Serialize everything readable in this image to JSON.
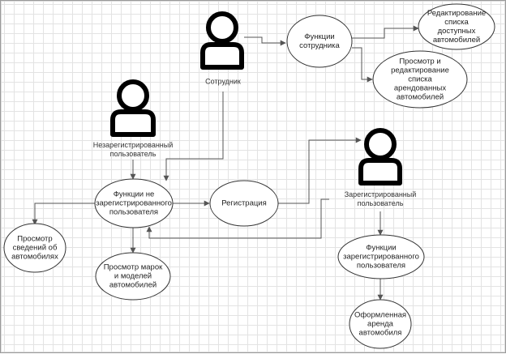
{
  "diagram": {
    "actors": {
      "employee": "Сотрудник",
      "unregistered": "Незарегистрированный\nпользователь",
      "registered": "Зарегистрированный\nпользователь"
    },
    "use_cases": {
      "employee_functions": "Функции\nсотрудника",
      "edit_available": "Редактирование\nсписка доступных\nавтомобилей",
      "view_edit_rented": "Просмотр и\nредактирование\nсписка\nарендованных\nавтомобилей",
      "unregistered_functions": "Функции не\nзарегистрированного\nпользователя",
      "registration": "Регистрация",
      "view_car_info": "Просмотр\nсведений об\nавтомобилях",
      "view_brands": "Просмотр марок\nи моделей\nавтомобилей",
      "registered_functions": "Функции\nзарегистрированного\nпользователя",
      "rental": "Оформленная\nаренда\nавтомобиля"
    }
  }
}
